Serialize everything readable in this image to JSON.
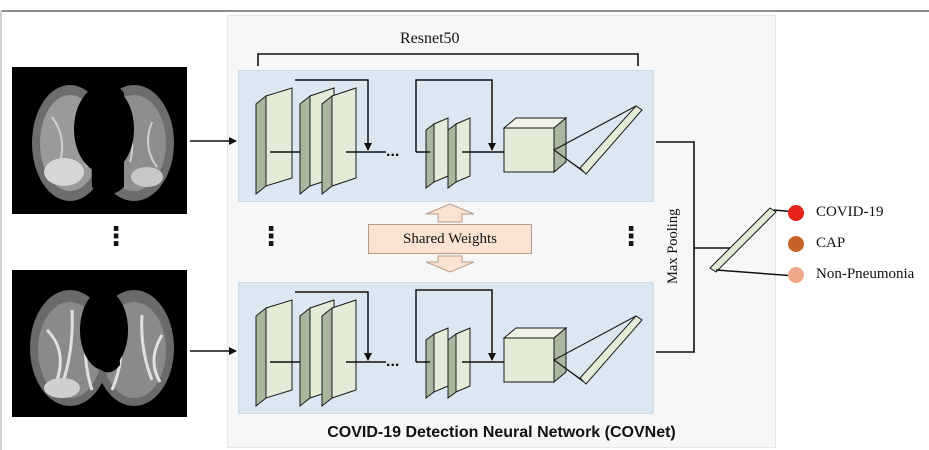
{
  "labels": {
    "resnet": "Resnet50",
    "shared_weights": "Shared Weights",
    "max_pooling": "Max Pooling",
    "caption": "COVID-19 Detection Neural Network (COVNet)",
    "ellipsis": "..."
  },
  "outputs": [
    {
      "label": "COVID-19",
      "color": "#e8231c"
    },
    {
      "label": "CAP",
      "color": "#c7622a"
    },
    {
      "label": "Non-Pneumonia",
      "color": "#f0a88a"
    }
  ],
  "colors": {
    "band": "#dce8f1",
    "layer_front": "#e3ecd6",
    "layer_side": "#a9b79e",
    "layer_edge": "#1a1a1a",
    "shared_fill": "#fbe3d3",
    "arrow_fill": "#fbe3d3"
  }
}
